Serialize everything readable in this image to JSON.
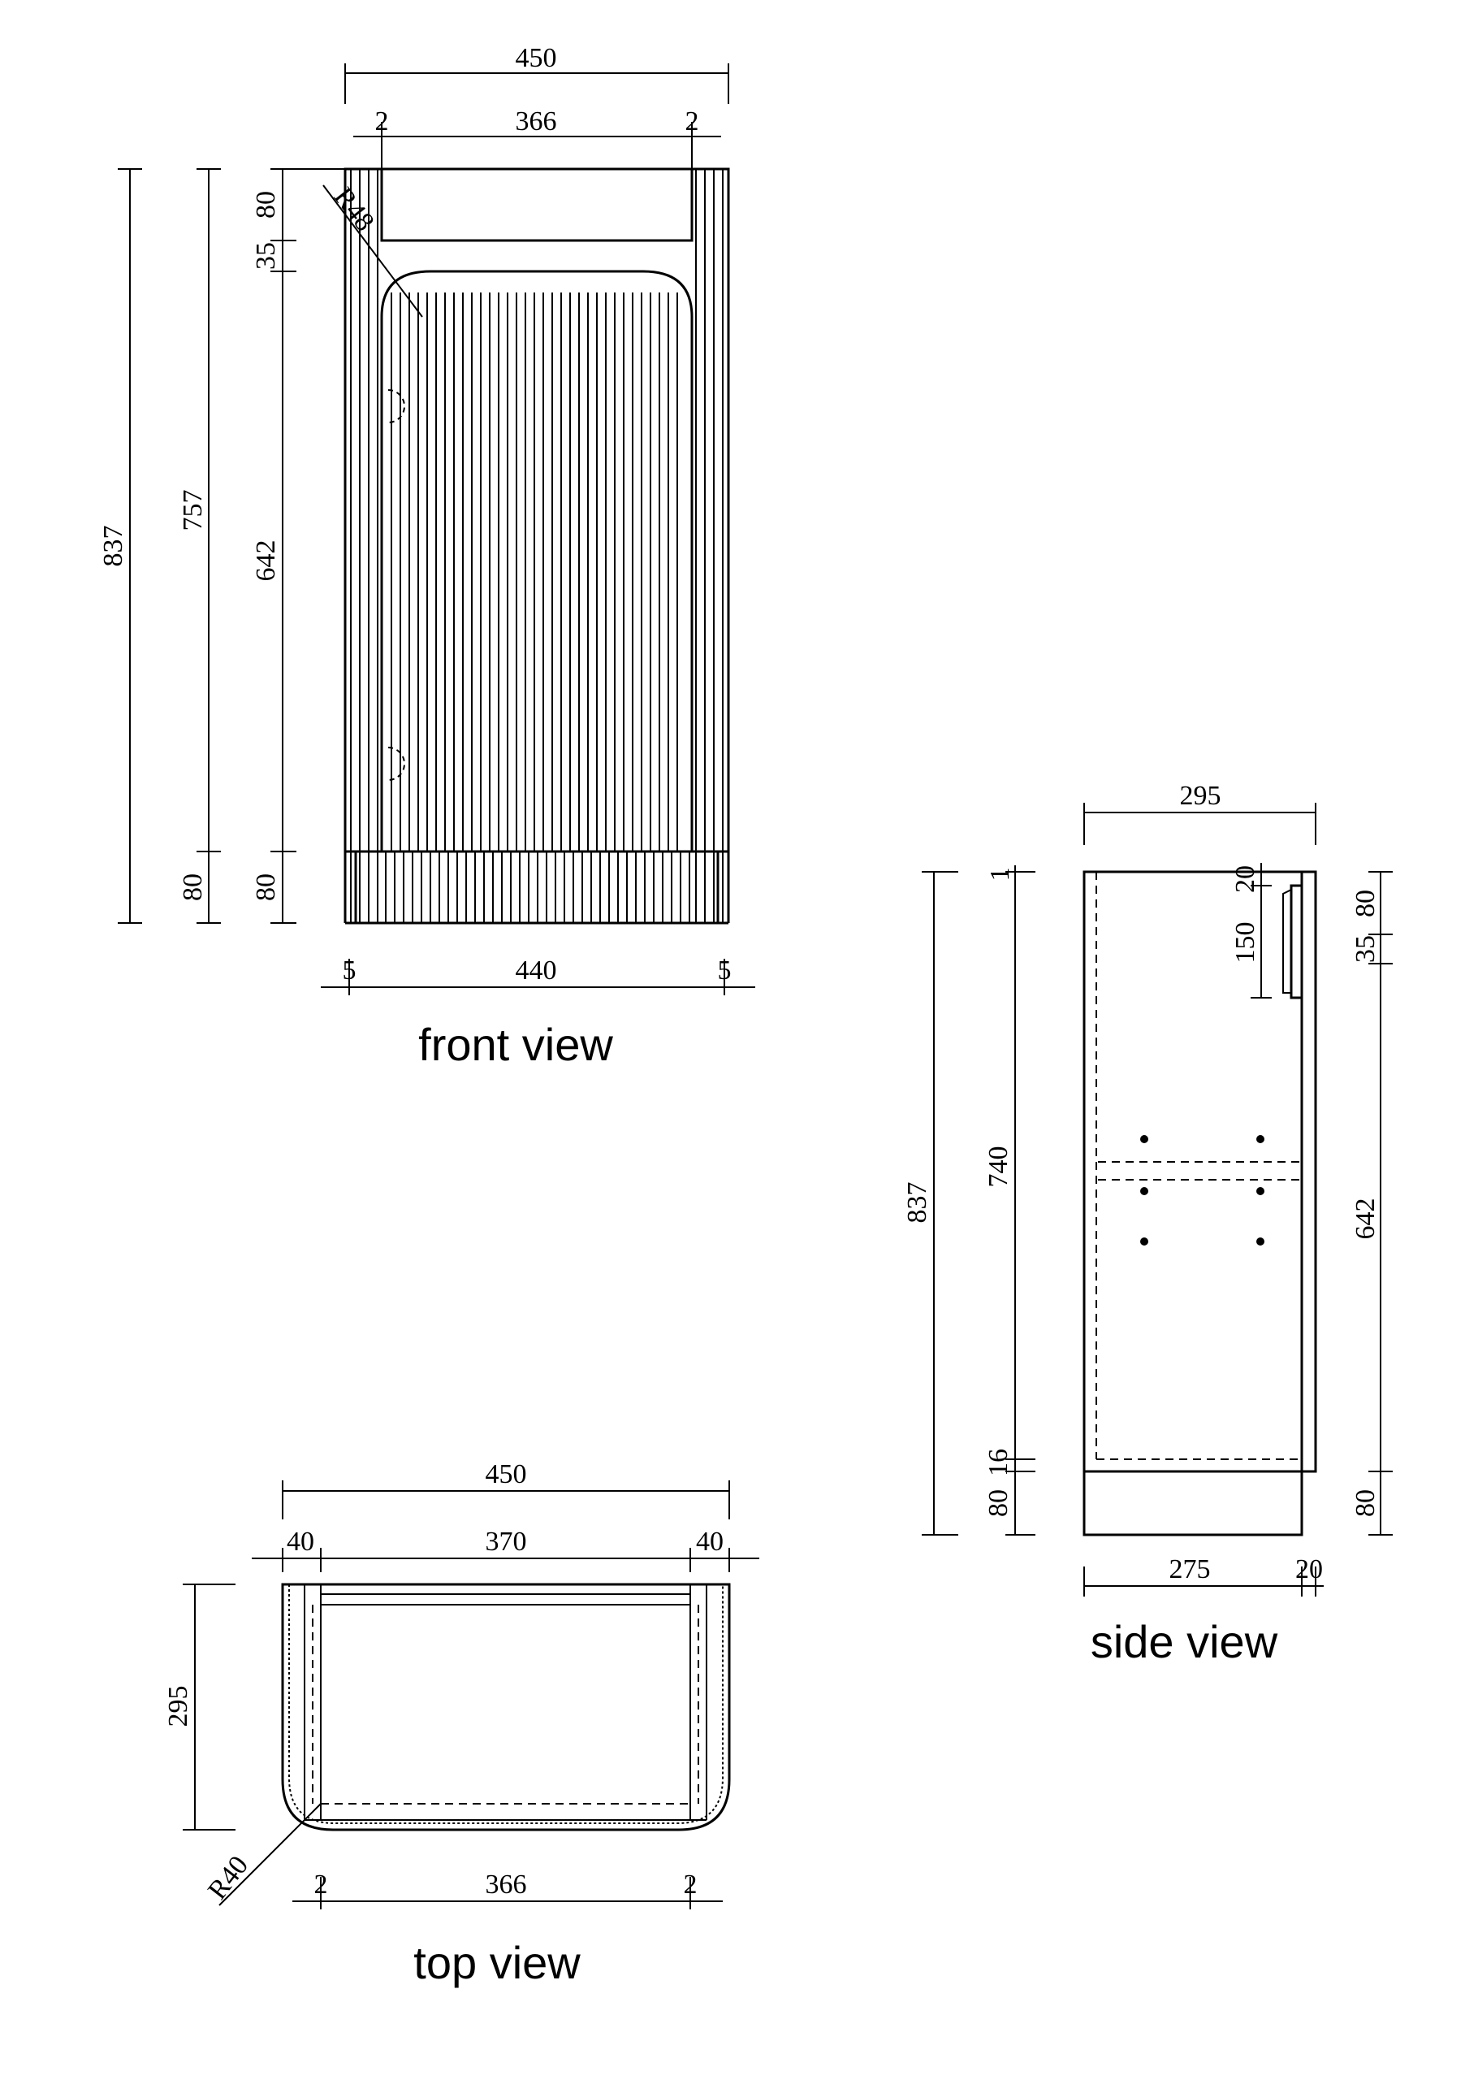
{
  "views": {
    "front": {
      "caption": "front view",
      "dims": {
        "overall_width": "450",
        "left_gap": "2",
        "inner_width": "366",
        "right_gap": "2",
        "total_height": "837",
        "body_height": "757",
        "top_rail": "80",
        "rail_gap": "35",
        "door_height": "642",
        "plinth_left": "80",
        "plinth_right": "80",
        "base_left": "5",
        "base_width": "440",
        "base_right": "5",
        "corner_radius": "R48"
      }
    },
    "side": {
      "caption": "side view",
      "dims": {
        "depth": "295",
        "total_height": "837",
        "top_1": "1",
        "body_height": "740",
        "bottom_16": "16",
        "plinth_80": "80",
        "top_gap_20": "20",
        "handle_150": "150",
        "right_80": "80",
        "right_35": "35",
        "right_642": "642",
        "right_plinth_80": "80",
        "base_depth": "275",
        "door_20": "20"
      }
    },
    "top": {
      "caption": "top view",
      "dims": {
        "overall_width": "450",
        "left_40": "40",
        "inner_370": "370",
        "right_40": "40",
        "depth": "295",
        "radius": "R40",
        "left_2": "2",
        "inner_366": "366",
        "right_2": "2"
      }
    }
  },
  "colors": {
    "ink": "#000000",
    "paper": "#ffffff"
  }
}
